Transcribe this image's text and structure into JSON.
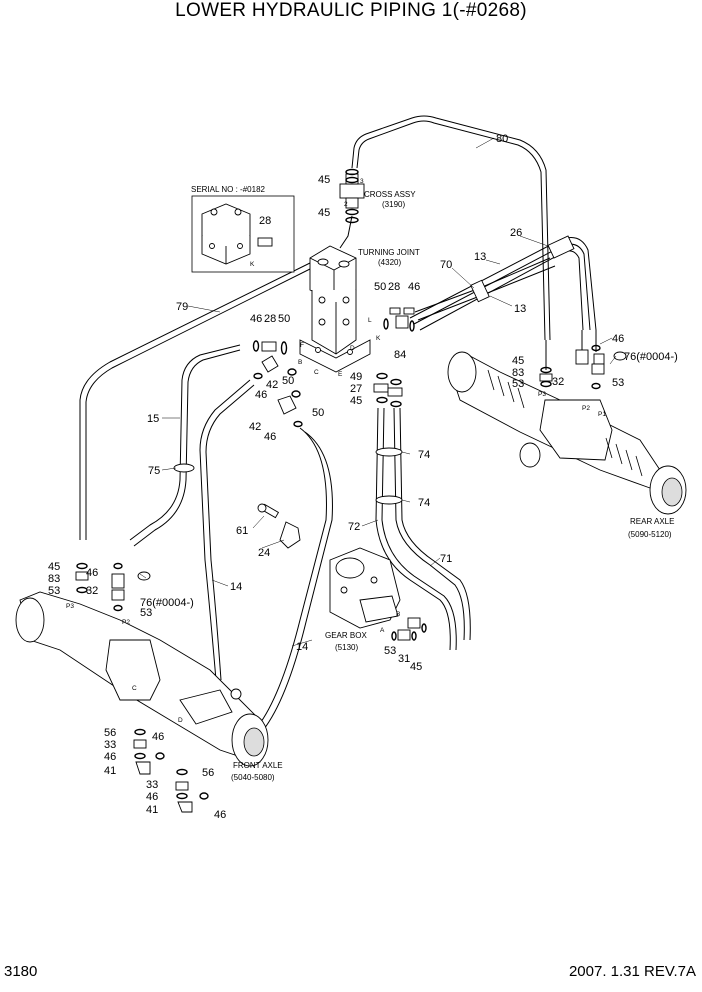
{
  "title": "LOWER HYDRAULIC PIPING 1(-#0268)",
  "footer": {
    "page": "3180",
    "date_rev": "2007. 1.31  REV.7A"
  },
  "labels": {
    "serial_no": "SERIAL NO : -#0182",
    "cross_assy": "CROSS ASSY",
    "cross_assy_ref": "(3190)",
    "turning_joint": "TURNING JOINT",
    "turning_joint_ref": "(4320)",
    "rear_axle": "REAR AXLE",
    "rear_axle_ref": "(5090-5120)",
    "front_axle": "FRONT AXLE",
    "front_axle_ref": "(5040-5080)",
    "gear_box": "GEAR BOX",
    "gear_box_ref": "(5130)"
  },
  "callouts": {
    "c80": "80",
    "c45a": "45",
    "c45b": "45",
    "c28a": "28",
    "c26": "26",
    "c13a": "13",
    "c13b": "13",
    "c70": "70",
    "c50a": "50",
    "c28b": "28",
    "c46a": "46",
    "c84": "84",
    "c79": "79",
    "c46b": "46",
    "c28c": "28",
    "c50b": "50",
    "c42a": "42",
    "c50c": "50",
    "c46c": "46",
    "c42b": "42",
    "c50d": "50",
    "c46d": "46",
    "c49": "49",
    "c27": "27",
    "c45c": "45",
    "c15": "15",
    "c75": "75",
    "c74a": "74",
    "c74b": "74",
    "c72": "72",
    "c71": "71",
    "c61": "61",
    "c24": "24",
    "c14a": "14",
    "c14b": "14",
    "c46e": "46",
    "c45d": "45",
    "c83a": "83",
    "c53a": "53",
    "c32a": "32",
    "c76a": "76(#0004-)",
    "c53b": "53",
    "c46f": "46",
    "c45e": "45",
    "c83b": "83",
    "c53c": "53",
    "c32b": "32",
    "c76b": "76(#0004-)",
    "c53d": "53",
    "c53e": "53",
    "c31": "31",
    "c45f": "45",
    "c56a": "56",
    "c33a": "33",
    "c46g": "46",
    "c46h": "46",
    "c41a": "41",
    "c33b": "33",
    "c56b": "56",
    "c46i": "46",
    "c41b": "41",
    "c46j": "46"
  },
  "port_letters": {
    "b1": "B",
    "c1": "C",
    "e1": "E",
    "d1": "D",
    "l1": "L",
    "k1": "K",
    "k2": "K",
    "p3a": "P3",
    "p2a": "P2",
    "p3b": "P3",
    "p2b": "P2",
    "p1b": "P1",
    "ca": "C",
    "da": "D",
    "a1": "A",
    "b2": "B",
    "f1": "F",
    "s2": "2",
    "s3": "3"
  }
}
